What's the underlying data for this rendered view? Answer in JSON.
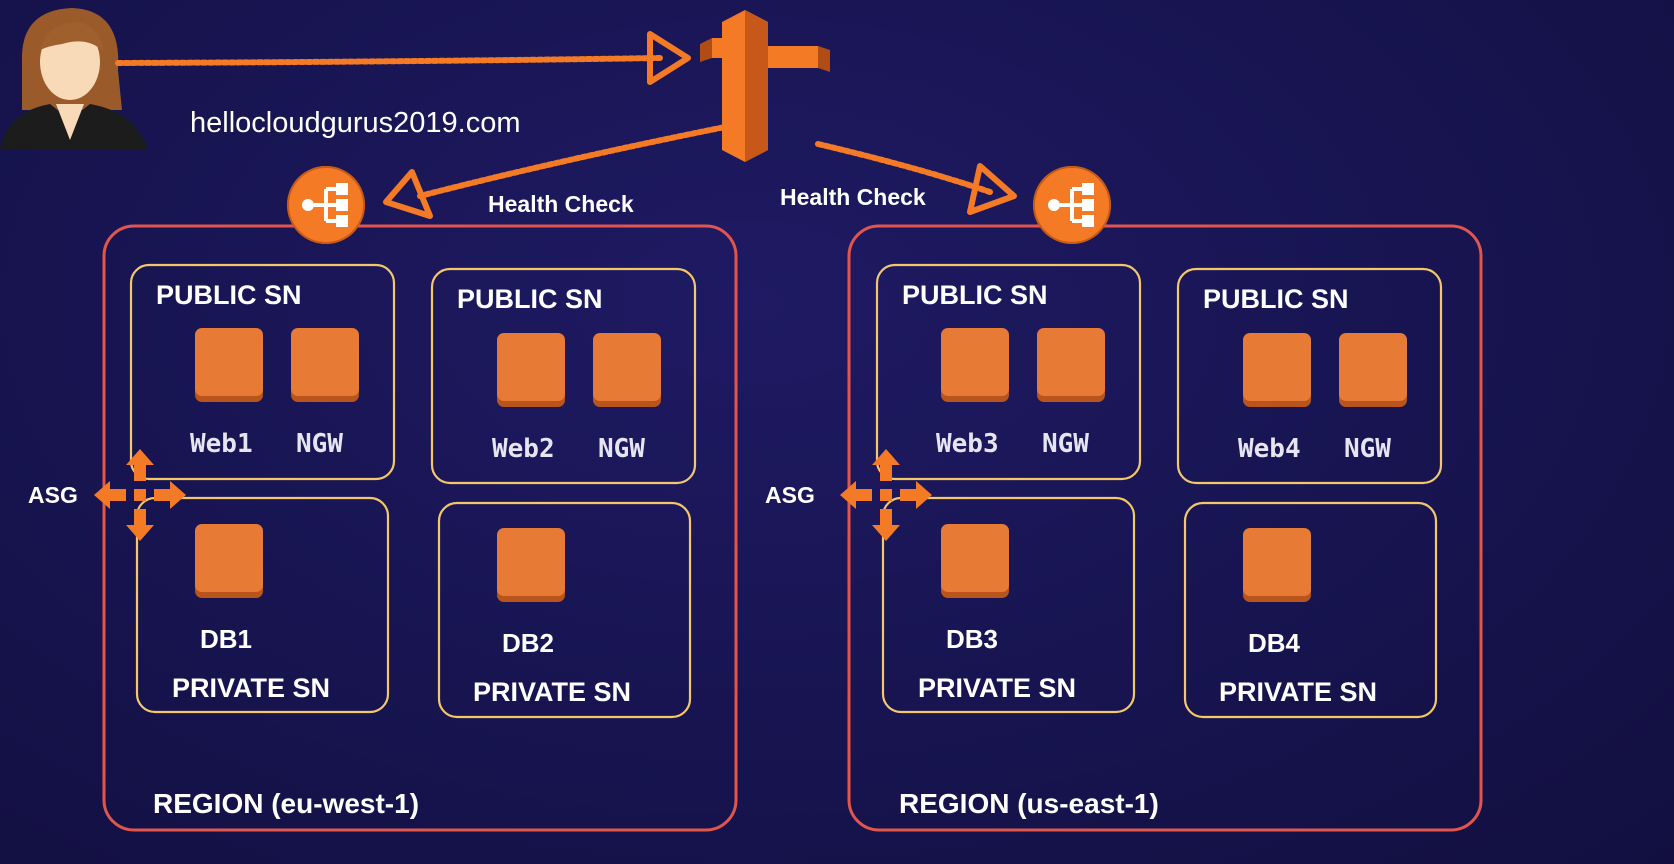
{
  "domain_label": "hellocloudgurus2019.com",
  "health_check_left": "Health Check",
  "health_check_right": "Health Check",
  "regions": [
    {
      "label": "REGION (eu-west-1)",
      "asg_label": "ASG",
      "subnets": [
        {
          "title": "PUBLIC SN",
          "instances": [
            "Web1",
            "NGW"
          ]
        },
        {
          "title": "PUBLIC SN",
          "instances": [
            "Web2",
            "NGW"
          ]
        },
        {
          "title": "PRIVATE SN",
          "instances": [
            "DB1"
          ]
        },
        {
          "title": "PRIVATE SN",
          "instances": [
            "DB2"
          ]
        }
      ]
    },
    {
      "label": "REGION (us-east-1)",
      "asg_label": "ASG",
      "subnets": [
        {
          "title": "PUBLIC SN",
          "instances": [
            "Web3",
            "NGW"
          ]
        },
        {
          "title": "PUBLIC SN",
          "instances": [
            "Web4",
            "NGW"
          ]
        },
        {
          "title": "PRIVATE SN",
          "instances": [
            "DB3"
          ]
        },
        {
          "title": "PRIVATE SN",
          "instances": [
            "DB4"
          ]
        }
      ]
    }
  ],
  "colors": {
    "background": "#171450",
    "accent_orange": "#f47a26",
    "region_border": "#e0564f",
    "subnet_border": "#f2c86b",
    "instance": "#e77a35"
  },
  "icons": [
    "user-avatar-icon",
    "route53-icon",
    "load-balancer-icon",
    "auto-scaling-icon",
    "ec2-instance-icon"
  ]
}
